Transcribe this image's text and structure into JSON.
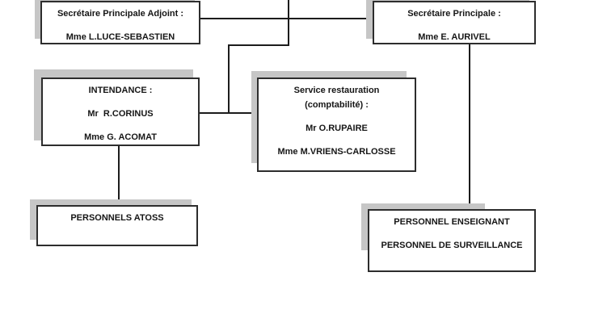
{
  "document": {
    "kind": "organigramme",
    "background": "#ffffff"
  },
  "style": {
    "border_color": "#2d2d2d",
    "connector_color": "#1c1c1c",
    "shadow_color": "#c6c6c6",
    "text_color": "#161616"
  },
  "boxes": {
    "secretaire_adjoint": {
      "lines": [
        "Secrétaire Principale Adjoint :",
        "Mme L.LUCE-SEBASTIEN"
      ]
    },
    "secretaire_principale": {
      "lines": [
        "Secrétaire Principale :",
        "Mme E. AURIVEL"
      ]
    },
    "intendance": {
      "lines": [
        "INTENDANCE :",
        "Mr  R.CORINUS",
        "Mme G. ACOMAT"
      ]
    },
    "service_restauration": {
      "lines": [
        "Service restauration",
        "(comptabilité) :",
        "Mr O.RUPAIRE",
        "Mme M.VRIENS-CARLOSSE"
      ]
    },
    "personnels_atoss": {
      "lines": [
        "PERSONNELS ATOSS"
      ]
    },
    "personnel_enseignant": {
      "lines": [
        "PERSONNEL ENSEIGNANT",
        "PERSONNEL DE SURVEILLANCE"
      ]
    }
  }
}
